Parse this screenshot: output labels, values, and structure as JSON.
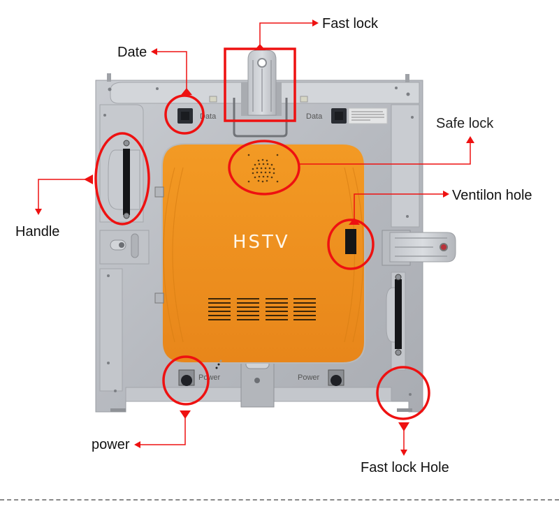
{
  "diagram": {
    "brand_logo": "HSTV",
    "panel_markings": {
      "data_left": "Data",
      "data_right": "Data",
      "power_left": "Power",
      "power_right": "Power"
    },
    "callouts": [
      {
        "id": "fast-lock",
        "label": "Fast lock"
      },
      {
        "id": "date",
        "label": "Date"
      },
      {
        "id": "safe-lock",
        "label": "Safe lock"
      },
      {
        "id": "handle",
        "label": "Handle"
      },
      {
        "id": "ventilon-hole",
        "label": "Ventilon hole"
      },
      {
        "id": "power",
        "label": "power"
      },
      {
        "id": "fast-lock-hole",
        "label": "Fast lock Hole"
      }
    ],
    "colors": {
      "callout": "#ee1111",
      "cabinet": "#b9bcc1",
      "cover": "#f0921e",
      "divider": "#888888"
    }
  }
}
